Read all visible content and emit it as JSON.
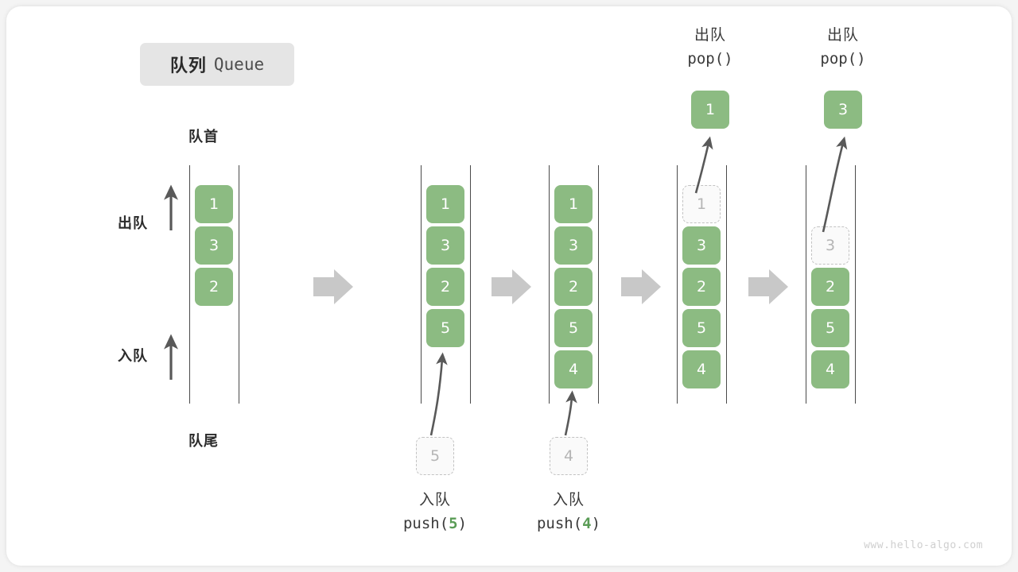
{
  "title": {
    "cn": "队列",
    "en": "Queue"
  },
  "labels": {
    "head": "队首",
    "tail": "队尾",
    "dequeue_side": "出队",
    "enqueue_side": "入队"
  },
  "watermark": "www.hello-algo.com",
  "colors": {
    "element_fill": "#8cbb82",
    "element_text": "#ffffff",
    "ghost_border": "#c2c2c2",
    "ghost_text": "#b5b5b5",
    "rail": "#4a4a4a",
    "step_arrow": "#c8c8c8",
    "motion_arrow": "#595959",
    "chip_bg": "#e5e5e5",
    "accent_code_number": "#5a9c56"
  },
  "operations": {
    "push5": {
      "line1": "入队",
      "fn_open": "push(",
      "arg": "5",
      "fn_close": ")"
    },
    "push4": {
      "line1": "入队",
      "fn_open": "push(",
      "arg": "4",
      "fn_close": ")"
    },
    "pop1": {
      "line1": "出队",
      "line2": "pop()"
    },
    "pop2": {
      "line1": "出队",
      "line2": "pop()"
    }
  },
  "ghost_inputs": {
    "five": "5",
    "four": "4"
  },
  "popped": {
    "first": "1",
    "second": "3"
  },
  "columns": [
    {
      "id": "initial",
      "slots": [
        {
          "value": "1",
          "state": "filled"
        },
        {
          "value": "3",
          "state": "filled"
        },
        {
          "value": "2",
          "state": "filled"
        },
        {
          "value": "",
          "state": "empty"
        },
        {
          "value": "",
          "state": "empty"
        }
      ]
    },
    {
      "id": "after-push-5",
      "slots": [
        {
          "value": "1",
          "state": "filled"
        },
        {
          "value": "3",
          "state": "filled"
        },
        {
          "value": "2",
          "state": "filled"
        },
        {
          "value": "5",
          "state": "filled"
        },
        {
          "value": "",
          "state": "empty"
        }
      ]
    },
    {
      "id": "after-push-4",
      "slots": [
        {
          "value": "1",
          "state": "filled"
        },
        {
          "value": "3",
          "state": "filled"
        },
        {
          "value": "2",
          "state": "filled"
        },
        {
          "value": "5",
          "state": "filled"
        },
        {
          "value": "4",
          "state": "filled"
        }
      ]
    },
    {
      "id": "after-pop-1",
      "slots": [
        {
          "value": "1",
          "state": "ghost"
        },
        {
          "value": "3",
          "state": "filled"
        },
        {
          "value": "2",
          "state": "filled"
        },
        {
          "value": "5",
          "state": "filled"
        },
        {
          "value": "4",
          "state": "filled"
        }
      ]
    },
    {
      "id": "after-pop-3",
      "slots": [
        {
          "value": "",
          "state": "empty"
        },
        {
          "value": "3",
          "state": "ghost"
        },
        {
          "value": "2",
          "state": "filled"
        },
        {
          "value": "5",
          "state": "filled"
        },
        {
          "value": "4",
          "state": "filled"
        }
      ]
    }
  ]
}
